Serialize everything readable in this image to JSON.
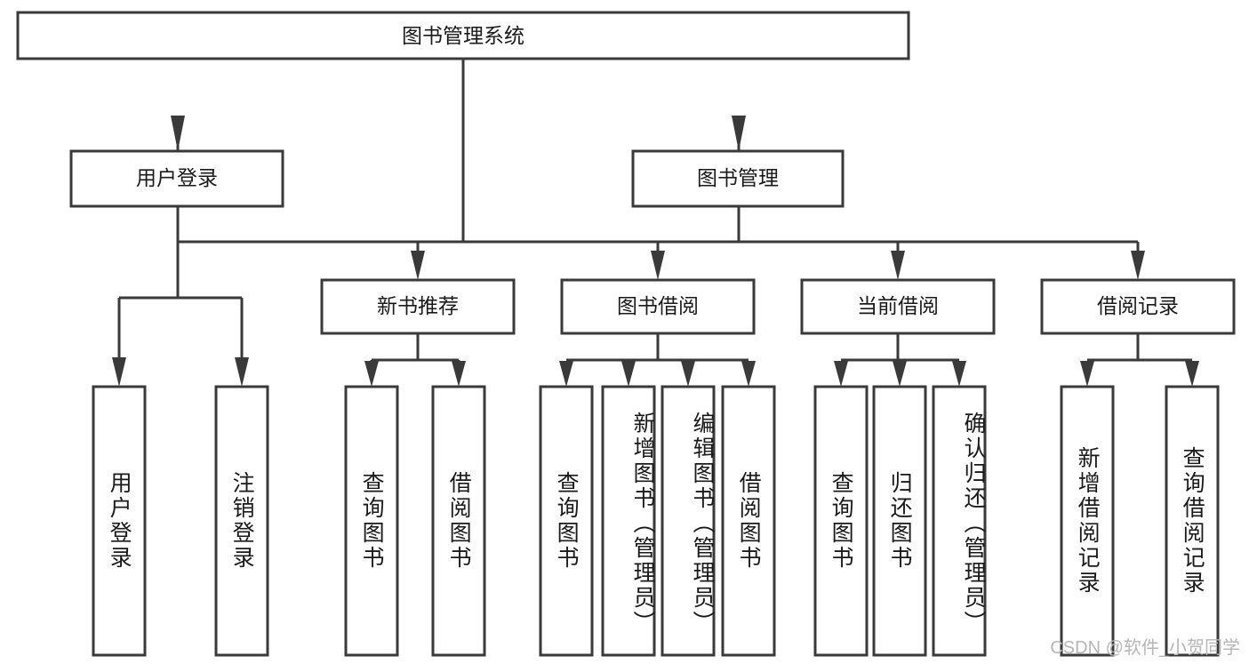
{
  "diagram": {
    "type": "hierarchy-tree",
    "title": "图书管理系统",
    "root": {
      "id": "root",
      "label": "图书管理系统"
    },
    "level2": [
      {
        "id": "user-login",
        "label": "用户登录"
      },
      {
        "id": "book-manage",
        "label": "图书管理"
      }
    ],
    "level3": [
      {
        "id": "new-book-recommend",
        "label": "新书推荐",
        "parent": "book-manage"
      },
      {
        "id": "book-borrow",
        "label": "图书借阅",
        "parent": "book-manage"
      },
      {
        "id": "current-borrow",
        "label": "当前借阅",
        "parent": "book-manage"
      },
      {
        "id": "borrow-record",
        "label": "借阅记录",
        "parent": "book-manage"
      }
    ],
    "leaves": [
      {
        "id": "leaf-user-login",
        "label": "用户登录",
        "parent": "user-login"
      },
      {
        "id": "leaf-logout-login",
        "label": "注销登录",
        "parent": "user-login"
      },
      {
        "id": "leaf-query-book-1",
        "label": "查询图书",
        "parent": "new-book-recommend"
      },
      {
        "id": "leaf-borrow-book-1",
        "label": "借阅图书",
        "parent": "new-book-recommend"
      },
      {
        "id": "leaf-query-book-2",
        "label": "查询图书",
        "parent": "book-borrow"
      },
      {
        "id": "leaf-add-book",
        "label": "新增图书（管理员）",
        "parent": "book-borrow"
      },
      {
        "id": "leaf-edit-book",
        "label": "编辑图书（管理员）",
        "parent": "book-borrow"
      },
      {
        "id": "leaf-borrow-book-2",
        "label": "借阅图书",
        "parent": "book-borrow"
      },
      {
        "id": "leaf-query-book-3",
        "label": "查询图书",
        "parent": "current-borrow"
      },
      {
        "id": "leaf-return-book",
        "label": "归还图书",
        "parent": "current-borrow"
      },
      {
        "id": "leaf-confirm-return",
        "label": "确认归还（管理员）",
        "parent": "current-borrow"
      },
      {
        "id": "leaf-add-record",
        "label": "新增借阅记录",
        "parent": "borrow-record"
      },
      {
        "id": "leaf-query-record",
        "label": "查询借阅记录",
        "parent": "borrow-record"
      }
    ],
    "watermark": "CSDN @软件_小贺同学",
    "colors": {
      "stroke": "#3a3a3a",
      "box_fill": "#ffffff",
      "text": "#1a1a1a",
      "background": "#ffffff",
      "watermark": "#b6b6b6"
    }
  }
}
